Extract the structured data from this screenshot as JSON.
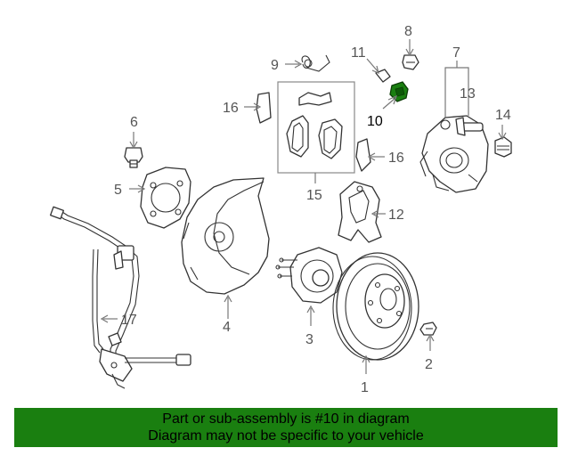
{
  "callouts": {
    "c1": "1",
    "c2": "2",
    "c3": "3",
    "c4": "4",
    "c5": "5",
    "c6": "6",
    "c7": "7",
    "c8": "8",
    "c9": "9",
    "c10": "10",
    "c11": "11",
    "c12": "12",
    "c13": "13",
    "c14": "14",
    "c15": "15",
    "c16a": "16",
    "c16b": "16",
    "c17": "17"
  },
  "banner": {
    "line1": "Part or sub-assembly is #10 in diagram",
    "line2": "Diagram may not be specific to your vehicle",
    "background": "#1a7f10"
  },
  "highlight": {
    "part": "10",
    "color": "#1a7f10"
  }
}
